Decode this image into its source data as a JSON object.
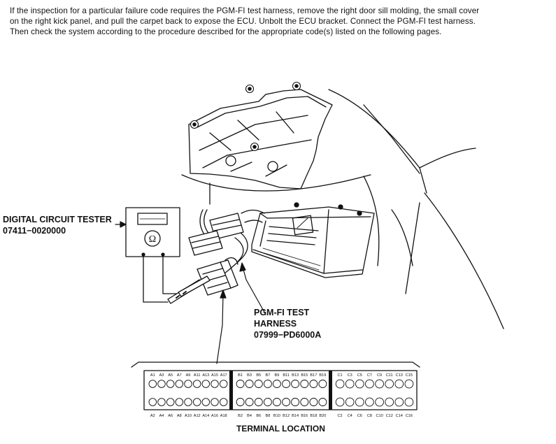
{
  "instructions": [
    "If the inspection for a particular failure code requires the PGM-FI test harness, remove the right door sill molding, the small cover",
    "on the right kick panel, and pull the carpet back to expose the ECU. Unbolt the ECU bracket. Connect the PGM-FI test harness.",
    "Then check the system according to the procedure described for the appropriate code(s) listed on the following pages."
  ],
  "tester_label": {
    "line1": "DIGITAL CIRCUIT TESTER",
    "line2": "07411−0020000"
  },
  "harness_label": {
    "line1": "PGM-FI TEST",
    "line2": "HARNESS",
    "line3": "07999−PD6000A"
  },
  "terminal_title": "TERMINAL LOCATION",
  "terminal_blocks": [
    {
      "top_labels": [
        "A1",
        "A3",
        "A5",
        "A7",
        "A9",
        "A11",
        "A13",
        "A15",
        "A17"
      ],
      "bottom_labels": [
        "A2",
        "A4",
        "A6",
        "A8",
        "A10",
        "A12",
        "A14",
        "A16",
        "A18"
      ]
    },
    {
      "top_labels": [
        "B1",
        "B3",
        "B5",
        "B7",
        "B9",
        "B11",
        "B13",
        "B15",
        "B17",
        "B19"
      ],
      "bottom_labels": [
        "B2",
        "B4",
        "B6",
        "B8",
        "B10",
        "B12",
        "B14",
        "B16",
        "B18",
        "B20"
      ]
    },
    {
      "top_labels": [
        "C1",
        "C3",
        "C5",
        "C7",
        "C9",
        "C11",
        "C13",
        "C15"
      ],
      "bottom_labels": [
        "C2",
        "C4",
        "C6",
        "C8",
        "C10",
        "C12",
        "C14",
        "C16"
      ]
    }
  ]
}
